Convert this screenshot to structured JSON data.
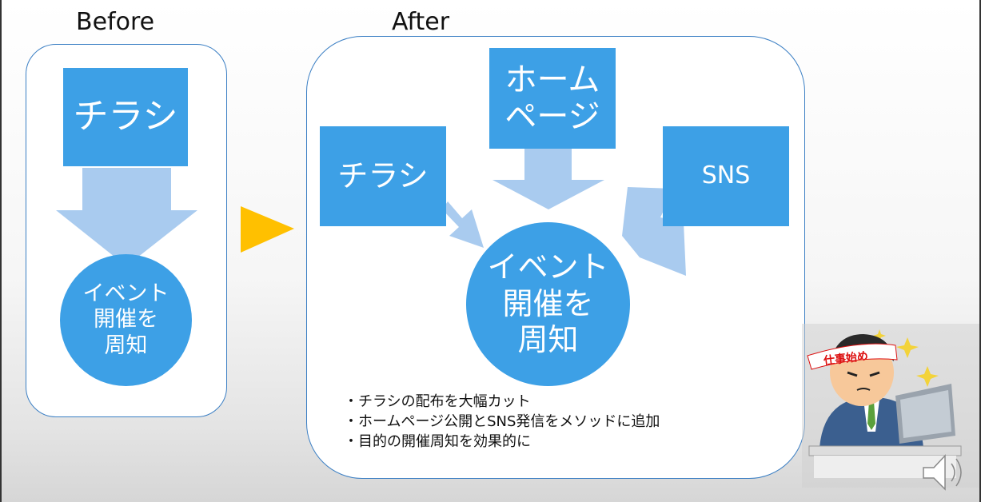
{
  "headings": {
    "before": "Before",
    "after": "After"
  },
  "before": {
    "box_label": "チラシ",
    "circle_label": "イベント\n開催を\n周知"
  },
  "after": {
    "box_flyer": "チラシ",
    "box_homepage": "ホーム\nページ",
    "box_sns": "SNS",
    "circle_label": "イベント\n開催を\n周知",
    "bullets": [
      "チラシの配布を大幅カット",
      "ホームページ公開とSNS発信をメソッドに追加",
      "目的の開催周知を効果的に"
    ]
  },
  "illustration": {
    "headband_text": "仕事始め"
  },
  "colors": {
    "box": "#3da0e6",
    "arrow": "#a9cbef",
    "play_arrow": "#ffc000",
    "panel_border": "#3b7fc4"
  }
}
